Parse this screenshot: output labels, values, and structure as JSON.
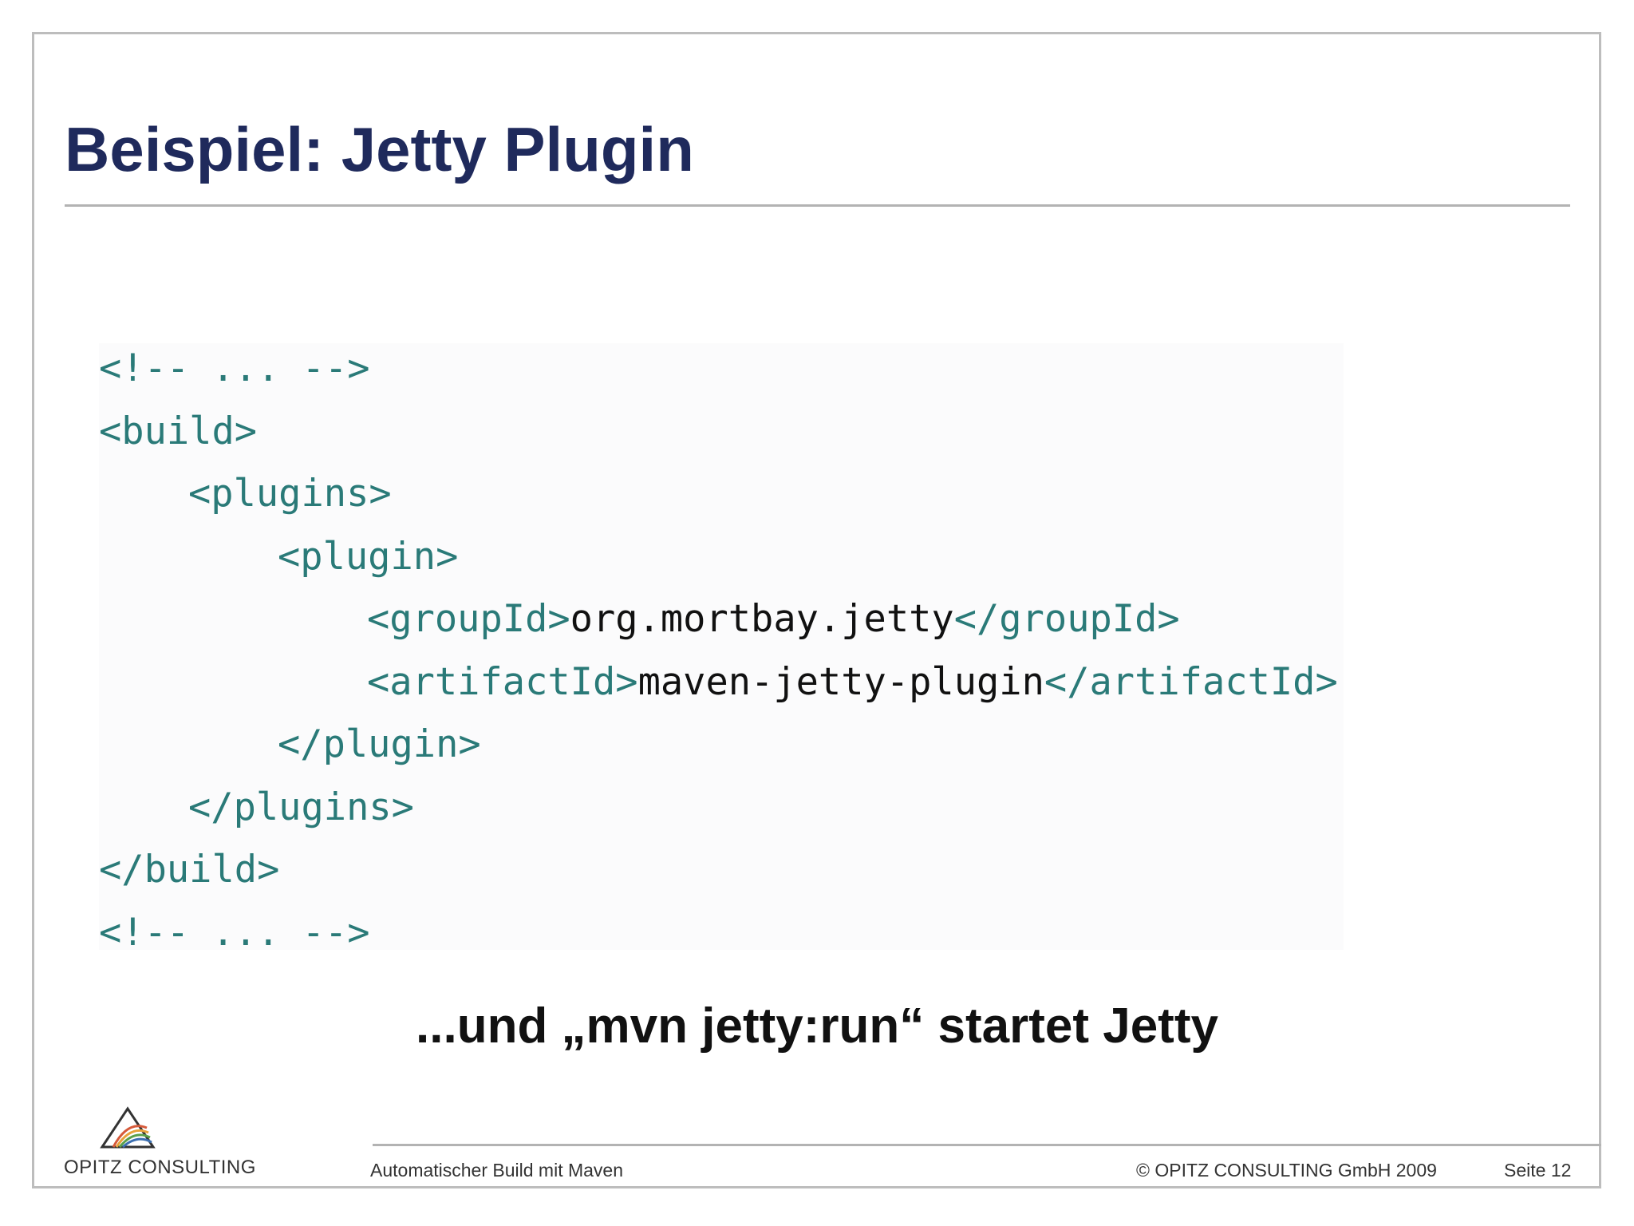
{
  "slide": {
    "title": "Beispiel: Jetty Plugin",
    "tagline": "...und „mvn jetty:run“ startet Jetty"
  },
  "code": {
    "comment_open": "<!-- ... -->",
    "build_open": "<build>",
    "plugins_open": "<plugins>",
    "plugin_open": "<plugin>",
    "groupId_open": "<groupId>",
    "groupId_value": "org.mortbay.jetty",
    "groupId_close": "</groupId>",
    "artifactId_open": "<artifactId>",
    "artifactId_value": "maven-jetty-plugin",
    "artifactId_close": "</artifactId>",
    "plugin_close": "</plugin>",
    "plugins_close": "</plugins>",
    "build_close": "</build>",
    "comment_close": "<!-- ... -->"
  },
  "footer": {
    "logo_text": "OPITZ CONSULTING",
    "presentation_title": "Automatischer Build mit Maven",
    "copyright": "© OPITZ CONSULTING GmbH 2009",
    "page_label": "Seite 12"
  },
  "colors": {
    "title": "#1f2a5c",
    "xml_tag": "#2a7a78",
    "xml_text": "#111111",
    "rule": "#b3b3b3"
  },
  "icons": {
    "logo": "opitz-consulting-logo-icon"
  }
}
